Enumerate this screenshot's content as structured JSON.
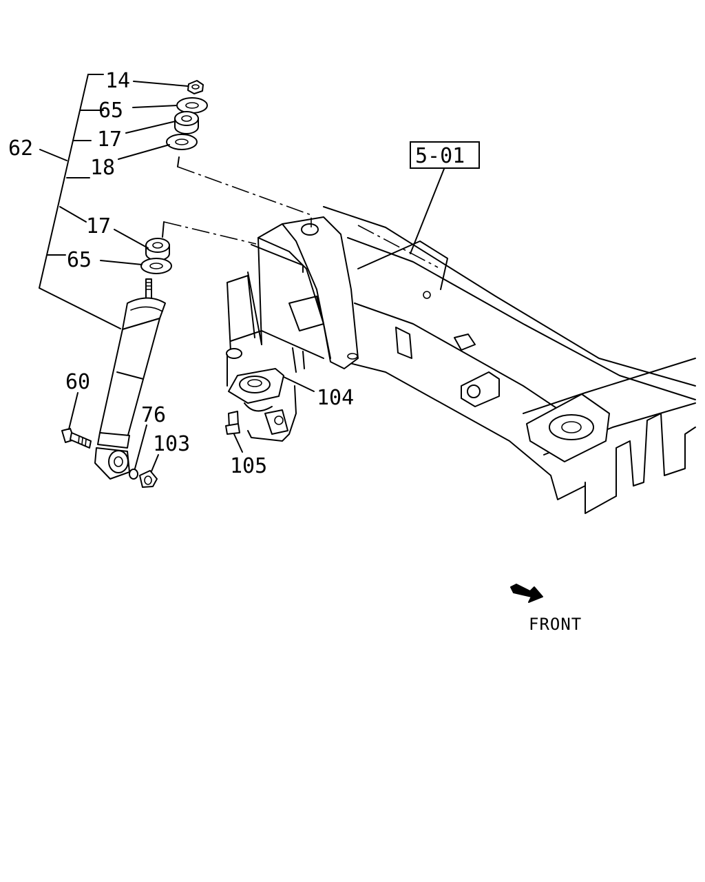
{
  "diagram": {
    "reference_box": "5-01",
    "front_label": "FRONT",
    "callouts": {
      "c14": "14",
      "c65_top": "65",
      "c17_top": "17",
      "c62": "62",
      "c18": "18",
      "c17_mid": "17",
      "c65_mid": "65",
      "c60": "60",
      "c76": "76",
      "c103": "103",
      "c104": "104",
      "c105": "105"
    }
  }
}
